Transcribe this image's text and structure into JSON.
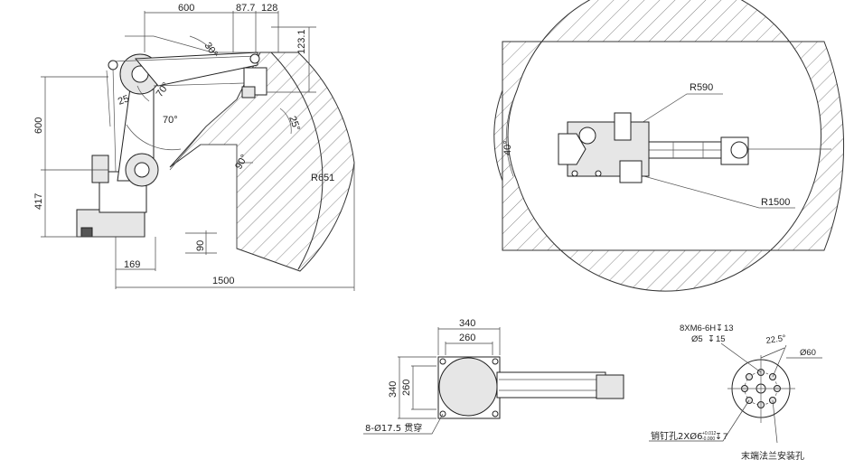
{
  "side_view": {
    "dim_top_a": "600",
    "dim_top_b": "87.7",
    "dim_top_c": "128",
    "dim_right_vertical": "123.1",
    "dim_left_upper": "600",
    "dim_left_lower": "417",
    "angle_a": "30°",
    "angle_b": "70°",
    "angle_c": "25",
    "angle_d": "70°",
    "angle_e": "25°",
    "angle_f": "90°",
    "radius_label": "R651",
    "dim_bottom_small": "90",
    "dim_base": "169",
    "dim_total": "1500"
  },
  "top_view": {
    "radius_inner": "R590",
    "radius_outer": "R1500",
    "angle": "40°"
  },
  "base_view": {
    "dim_outer_w": "340",
    "dim_inner_w": "260",
    "dim_outer_h": "340",
    "dim_inner_h": "260",
    "hole_note": "8-Ø17.5 贯穿"
  },
  "flange_view": {
    "thread_note": "8XM6-6H",
    "thread_depth": "13",
    "bore_note": "Ø5",
    "bore_depth": "15",
    "angle": "22.5°",
    "diameter": "Ø60",
    "pin_note": "销钉孔2XØ6",
    "tol_upper": "+0.012",
    "tol_lower": "-0.000",
    "pin_depth": "7",
    "depth_symbol": "↧",
    "title": "末端法兰安装孔"
  }
}
